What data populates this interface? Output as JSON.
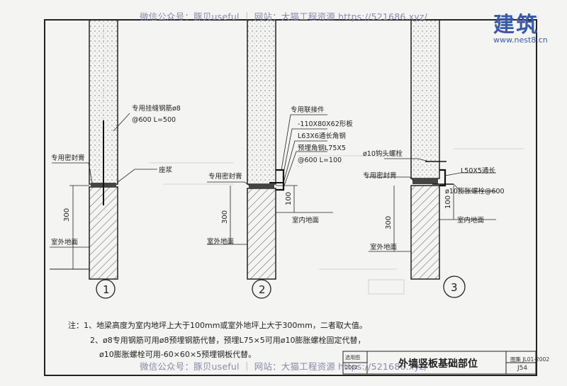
{
  "watermark": {
    "top": "微信公众号：豚贝useful ｜ 网站：大猫工程资源 https://521686.xyz/",
    "bottom": "微信公众号：豚贝useful ｜ 网站：大猫工程资源 https://521686.xyz/"
  },
  "logo": {
    "glyphs": "建筑",
    "url": "www.nest8.cn"
  },
  "details": [
    {
      "number": "1",
      "labels": [
        "专用挂缝钢筋ø8",
        "@600 L=500",
        "专用密封膏",
        "座浆",
        "300",
        "室外地面"
      ]
    },
    {
      "number": "2",
      "labels": [
        "专用联接件",
        "-110X80X62形板",
        "L63X6通长角钢",
        "预埋角钢L75X5",
        "@600 L=100",
        "专用密封膏",
        "100",
        "300",
        "室内地面",
        "室外地面"
      ]
    },
    {
      "number": "3",
      "labels": [
        "ø10钩头螺栓",
        "L50X5通长",
        "专用密封膏",
        "ø10膨胀螺栓@600",
        "100",
        "300",
        "室内地面",
        "室外地面"
      ]
    }
  ],
  "notes": [
    "注：1、地梁高度为室内地坪上大于100mm或室外地坪上大于300mm，二者取大值。",
    "2、ø8专用钢筋可用ø8预埋钢筋代替，预埋L75×5可用ø10膨胀螺栓固定代替，",
    "ø10膨胀螺栓可用-60×60×5预埋钢板代替。"
  ],
  "title_block": {
    "title": "外墙竖板基础部位",
    "code": "图集 JL01-2002",
    "page": "J54",
    "label_a": "选用图",
    "label_b": "2002"
  }
}
